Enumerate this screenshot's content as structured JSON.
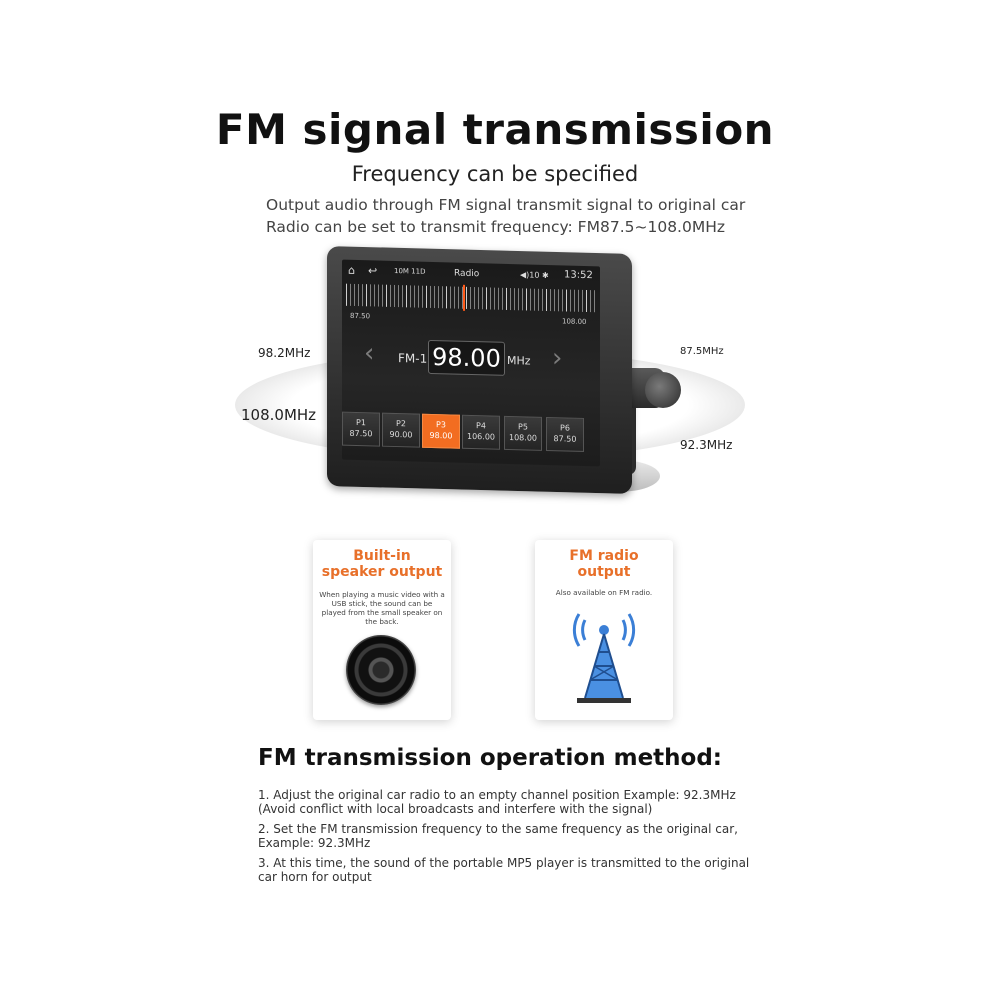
{
  "header": {
    "title": "FM signal transmission",
    "subtitle": "Frequency can be specified",
    "desc_line1": "Output audio through FM signal transmit signal to original car",
    "desc_line2": "Radio can be set to transmit frequency: FM87.5~108.0MHz"
  },
  "orbit_labels": {
    "left_top": "98.2MHz",
    "left_mid": "108.0MHz",
    "right_top": "87.5MHz",
    "right_bottom": "92.3MHz"
  },
  "device": {
    "status": {
      "home_icon": "home-icon",
      "back_icon": "back-arrow-icon",
      "mode": "10M 11D",
      "title": "Radio",
      "volume": "◀)10",
      "bluetooth": "✱",
      "time": "13:52"
    },
    "scale_min": "87.50",
    "scale_max": "108.00",
    "band": "FM-1",
    "frequency": "98.00",
    "unit": "MHz",
    "accent_color": "#f26d21",
    "presets": [
      {
        "label": "P1",
        "freq": "87.50"
      },
      {
        "label": "P2",
        "freq": "90.00"
      },
      {
        "label": "P3",
        "freq": "98.00"
      },
      {
        "label": "P4",
        "freq": "106.00"
      },
      {
        "label": "P5",
        "freq": "108.00"
      },
      {
        "label": "P6",
        "freq": "87.50"
      }
    ]
  },
  "cards": {
    "speaker": {
      "title_line1": "Built-in",
      "title_line2": "speaker output",
      "text": "When playing a music video with a USB stick, the sound can be played from the small speaker on the back.",
      "icon": "speaker-icon"
    },
    "radio": {
      "title_line1": "FM radio",
      "title_line2": "output",
      "text": "Also available on FM radio.",
      "icon": "radio-tower-icon"
    }
  },
  "method": {
    "title": "FM transmission operation method:",
    "step1": "1. Adjust the original car radio to an empty channel position Example: 92.3MHz (Avoid conflict with local broadcasts and interfere with the signal)",
    "step2": "2. Set the FM transmission frequency to the same frequency as the original car, Example: 92.3MHz",
    "step3": "3. At this time, the sound of the portable MP5 player is transmitted to the original car horn for output"
  }
}
